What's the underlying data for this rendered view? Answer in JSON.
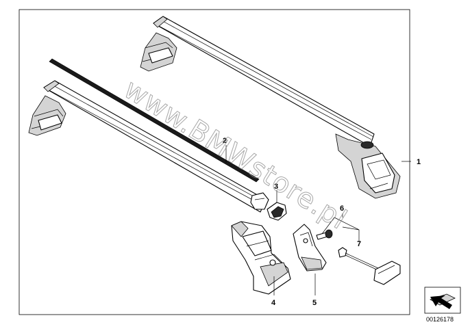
{
  "diagram": {
    "callouts": [
      "1",
      "2",
      "3",
      "4",
      "5",
      "6",
      "7"
    ],
    "document_number": "00126178",
    "watermark": "www.BMWstore.pl"
  },
  "colors": {
    "background": "#ffffff",
    "line": "#000000",
    "watermark": "#8a8a8a",
    "strip": "#1a1a1a"
  }
}
